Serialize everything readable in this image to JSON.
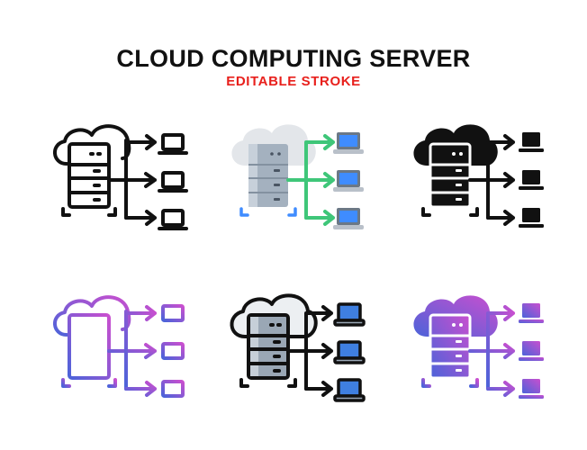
{
  "header": {
    "title": "CLOUD COMPUTING SERVER",
    "subtitle": "EDITABLE STROKE",
    "subtitle_color": "#e8201c"
  },
  "icons": [
    {
      "style": "line",
      "name": "cloud-server-line-icon"
    },
    {
      "style": "flat",
      "name": "cloud-server-flat-icon"
    },
    {
      "style": "glyph",
      "name": "cloud-server-glyph-icon"
    },
    {
      "style": "gradient-line",
      "name": "cloud-server-gradient-line-icon"
    },
    {
      "style": "filled-line",
      "name": "cloud-server-filled-line-icon"
    },
    {
      "style": "gradient-glyph",
      "name": "cloud-server-gradient-glyph-icon"
    }
  ],
  "colors": {
    "outline": "#111111",
    "flat_cloud": "#e3e6ea",
    "flat_server": "#a4b1bf",
    "flat_arrows": "#3fc679",
    "flat_laptop_screen": "#3f8cff",
    "flat_laptop_base": "#b9c0c9",
    "flat_bracket": "#3f8cff",
    "gradient_start": "#4c63d9",
    "gradient_end": "#c94fcf",
    "filled_screen": "#3f7fe0",
    "filled_server": "#9aa7b5"
  }
}
